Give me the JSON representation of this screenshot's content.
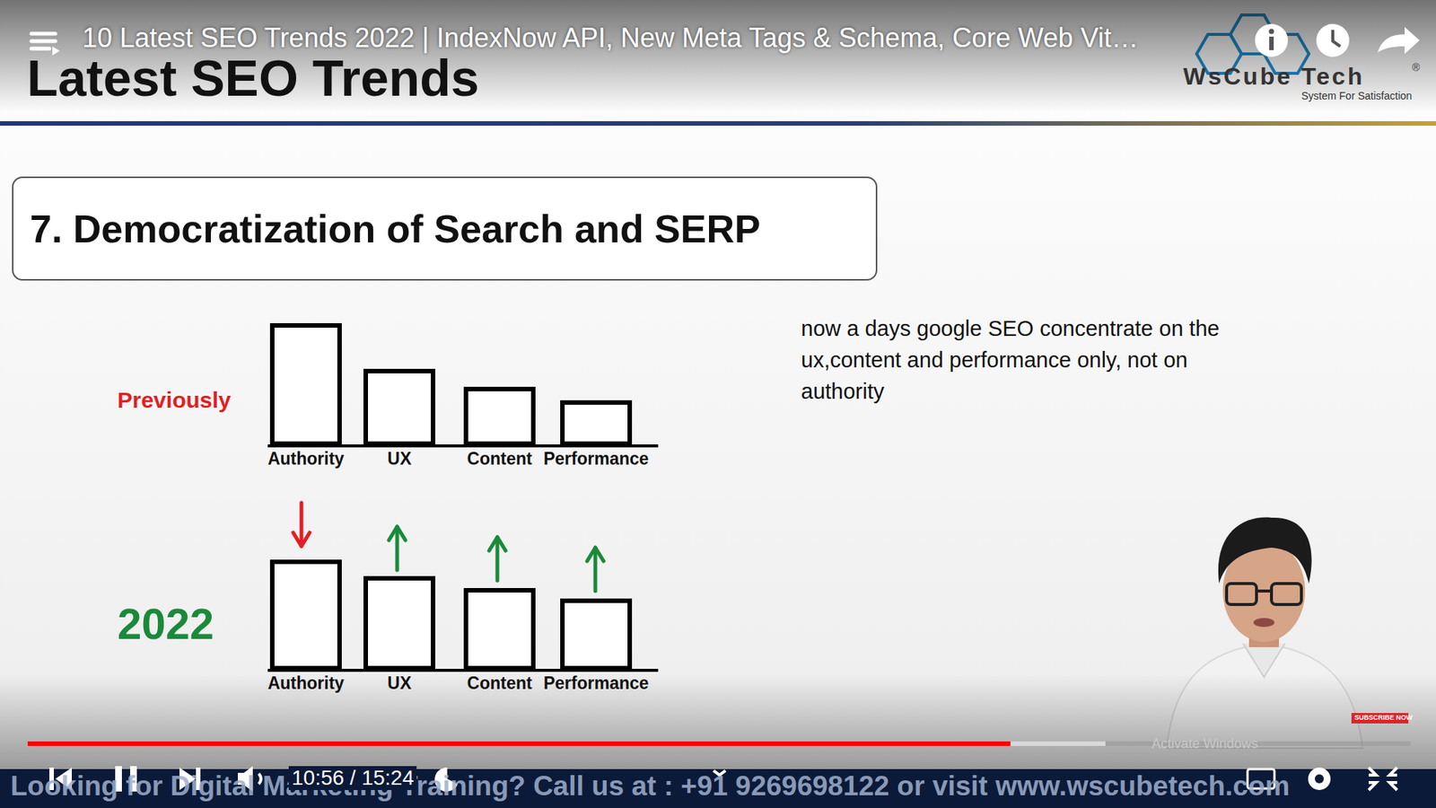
{
  "diagram": {
    "nodes": [
      {
        "text": [
          "7. Democratization of Search and SERP"
        ]
      },
      {
        "text": [
          "Authority"
        ]
      },
      {
        "text": [
          "UX"
        ]
      },
      {
        "text": [
          "Content"
        ]
      },
      {
        "text": [
          "Performance"
        ]
      },
      {
        "text": [
          "Authority"
        ]
      },
      {
        "text": [
          "UX"
        ]
      },
      {
        "text": [
          "Content"
        ]
      },
      {
        "text": [
          "Performance"
        ]
      }
    ],
    "labels": [
      "10 Latest SEO Trends 2022 | IndexNow API, New Meta Tags & Schema, Core Web Vit…",
      "Latest SEO Trends",
      "WsCube Tech",
      "®",
      "System For Satisfaction",
      "Previously",
      "2022",
      "now a days google SEO concentrate on the ux,content and performance only, not on authority",
      "10:56 / 15:24",
      "Looking for Digital Marketing Training? Call us at : +91 9269698122 or visit www.wscubetech.com",
      "SUBSCRIBE NOW",
      "Activate Windows"
    ]
  }
}
